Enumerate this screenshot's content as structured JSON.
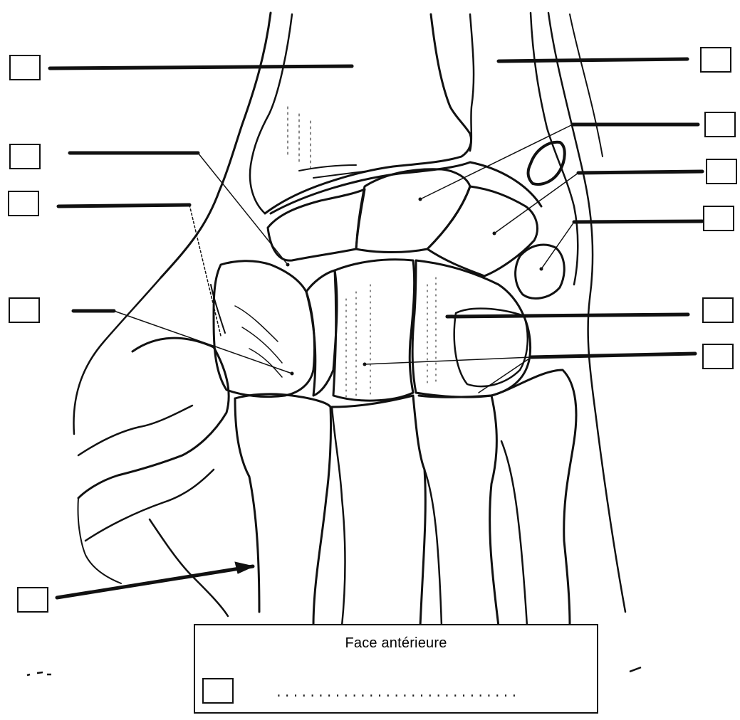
{
  "legend": {
    "title": "Face antérieure",
    "answer_dots": "..............................",
    "box": ""
  },
  "label_boxes": [
    {
      "id": "top-left",
      "side": "left",
      "value": ""
    },
    {
      "id": "upper-left-1",
      "side": "left",
      "value": ""
    },
    {
      "id": "upper-left-2",
      "side": "left",
      "value": ""
    },
    {
      "id": "middle-left",
      "side": "left",
      "value": ""
    },
    {
      "id": "bottom-left",
      "side": "left",
      "value": ""
    },
    {
      "id": "top-right",
      "side": "right",
      "value": ""
    },
    {
      "id": "right-2",
      "side": "right",
      "value": ""
    },
    {
      "id": "right-3",
      "side": "right",
      "value": ""
    },
    {
      "id": "right-4",
      "side": "right",
      "value": ""
    },
    {
      "id": "right-5",
      "side": "right",
      "value": ""
    },
    {
      "id": "right-6",
      "side": "right",
      "value": ""
    }
  ],
  "colors": {
    "ink": "#111111",
    "paper": "#ffffff"
  }
}
